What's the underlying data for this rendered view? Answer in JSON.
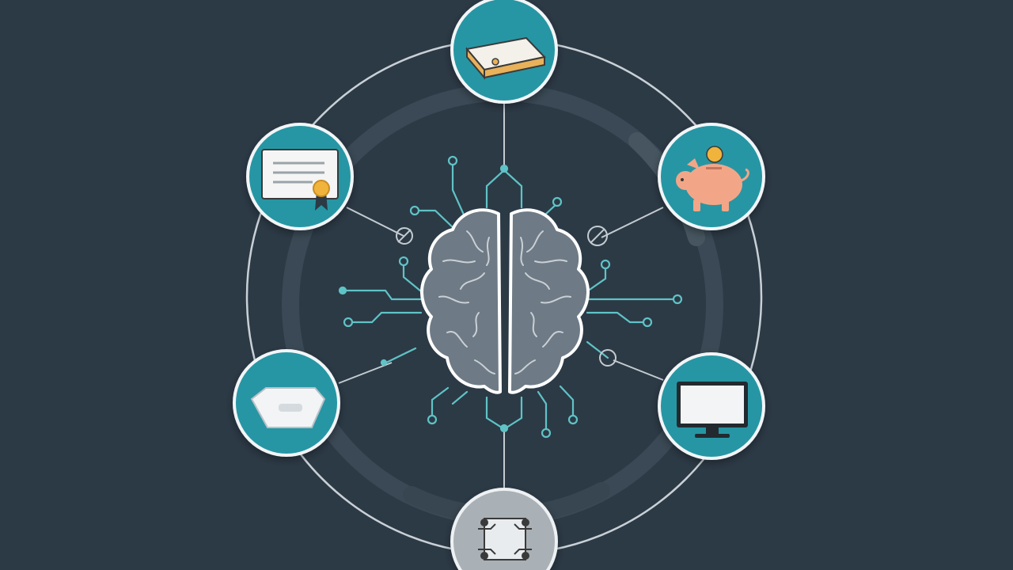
{
  "diagram": {
    "background": "#2c3a46",
    "accent_teal": "#2796a4",
    "accent_teal_dark": "#1c7f8d",
    "node_inactive": "#a9b0b6",
    "brain_color": "#6e7a85",
    "circuit_color": "#5fc3c6",
    "ring_color": "#c9d0d6",
    "center": {
      "name": "brain",
      "icon": "brain-icon"
    },
    "nodes": [
      {
        "id": "top",
        "icon": "book-icon",
        "state": "active"
      },
      {
        "id": "upper-right",
        "icon": "piggy-bank-icon",
        "state": "active"
      },
      {
        "id": "lower-right",
        "icon": "monitor-icon",
        "state": "active"
      },
      {
        "id": "bottom",
        "icon": "circuit-chip-icon",
        "state": "inactive"
      },
      {
        "id": "lower-left",
        "icon": "folder-icon",
        "state": "active"
      },
      {
        "id": "upper-left",
        "icon": "certificate-icon",
        "state": "active"
      }
    ]
  }
}
